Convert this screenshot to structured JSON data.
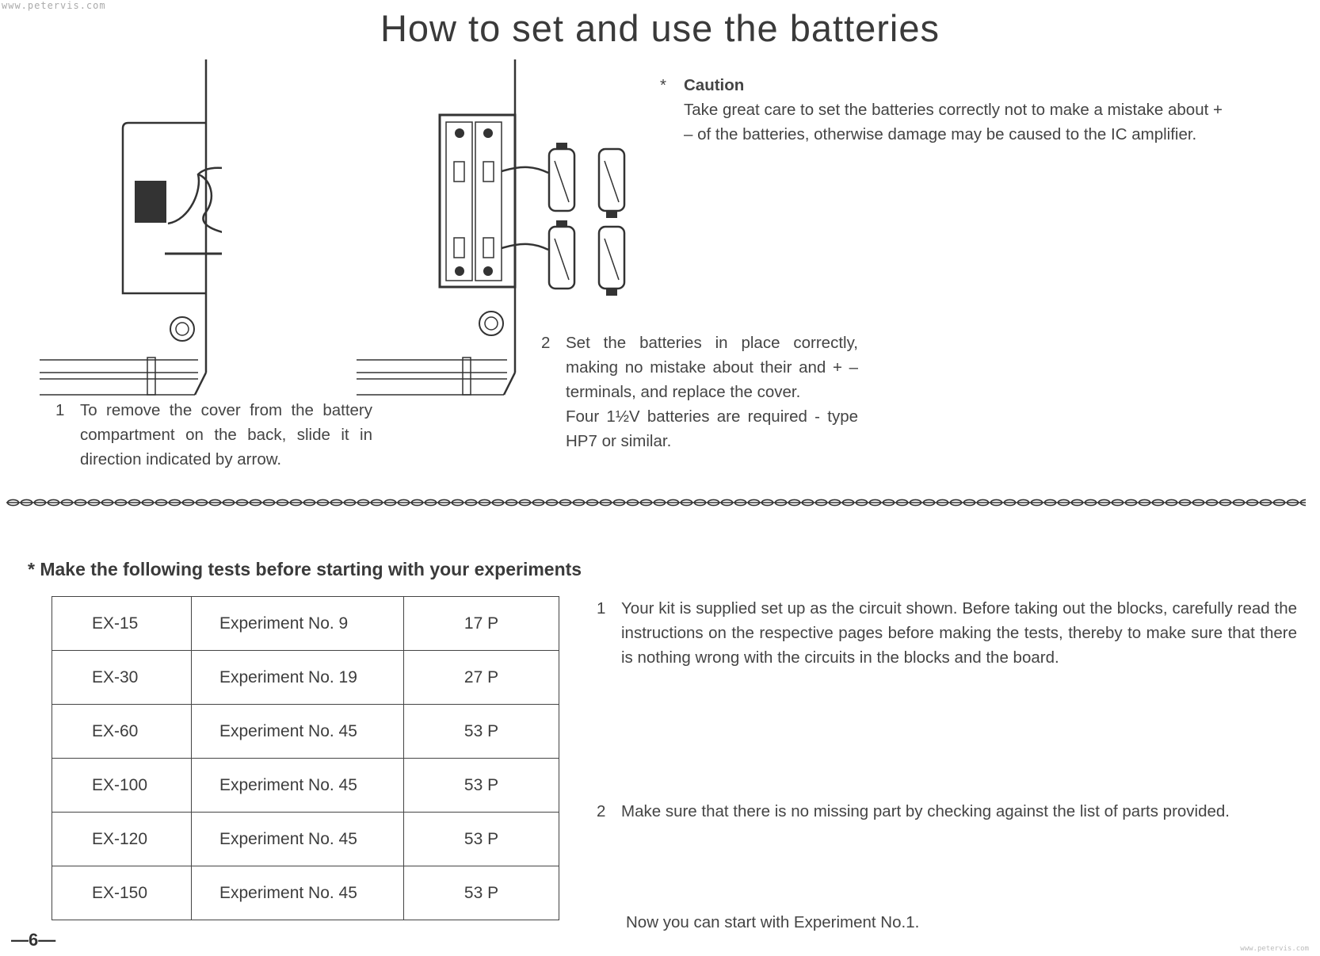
{
  "watermark": "www.petervis.com",
  "watermark_small": "www.petervis.com",
  "title": "How to set and use the batteries",
  "caution": {
    "marker": "*",
    "heading": "Caution",
    "text": "Take great care to set the batteries correctly not to make a mistake about + – of the batteries, otherwise damage may be caused to the IC amplifier."
  },
  "steps": [
    {
      "number": "1",
      "text": "To remove the cover from the battery compartment on the back, slide it in direction indicated by arrow."
    },
    {
      "number": "2",
      "text": "Set the batteries in place correctly, making no mistake about their and + – terminals, and replace the cover.",
      "text2": "Four 1½V batteries are required - type HP7 or similar."
    }
  ],
  "tests_heading": "* Make the following tests before starting with your experiments",
  "tests_table": [
    [
      "EX-15",
      "Experiment No. 9",
      "17 P"
    ],
    [
      "EX-30",
      "Experiment No. 19",
      "27 P"
    ],
    [
      "EX-60",
      "Experiment No. 45",
      "53 P"
    ],
    [
      "EX-100",
      "Experiment No. 45",
      "53 P"
    ],
    [
      "EX-120",
      "Experiment No. 45",
      "53 P"
    ],
    [
      "EX-150",
      "Experiment No. 45",
      "53 P"
    ]
  ],
  "notes": [
    {
      "number": "1",
      "text": "Your kit is supplied set up as the circuit shown. Before taking out the blocks, carefully read the instructions on the respective pages before making the tests, thereby to make sure that there is nothing wrong with the circuits in the blocks and the board."
    },
    {
      "number": "2",
      "text": "Make sure that there is no missing part by checking against the list of parts provided."
    }
  ],
  "closing": "Now you can start with Experiment No.1.",
  "page_number": "—6—"
}
